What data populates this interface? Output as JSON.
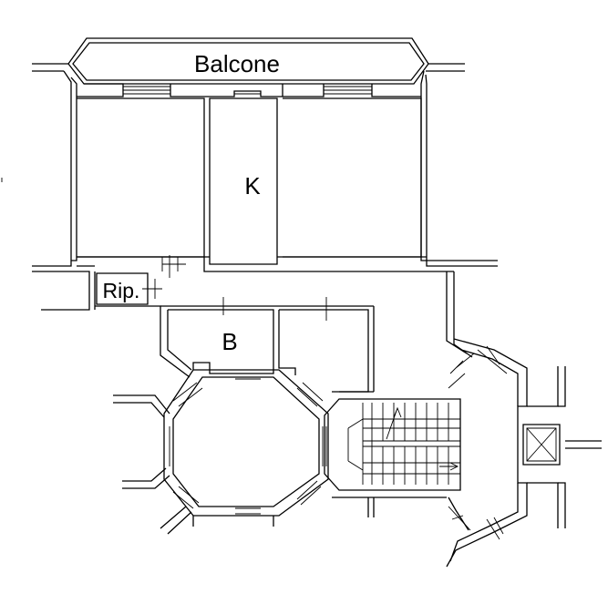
{
  "rooms": {
    "balcone": "Balcone",
    "kitchen": "K",
    "storage": "Rip.",
    "bathroom": "B"
  },
  "colors": {
    "line": "#000000",
    "background": "#ffffff"
  },
  "icons": {
    "elevator": "elevator-shaft-icon",
    "stair_arrow": "arrow-icon"
  }
}
